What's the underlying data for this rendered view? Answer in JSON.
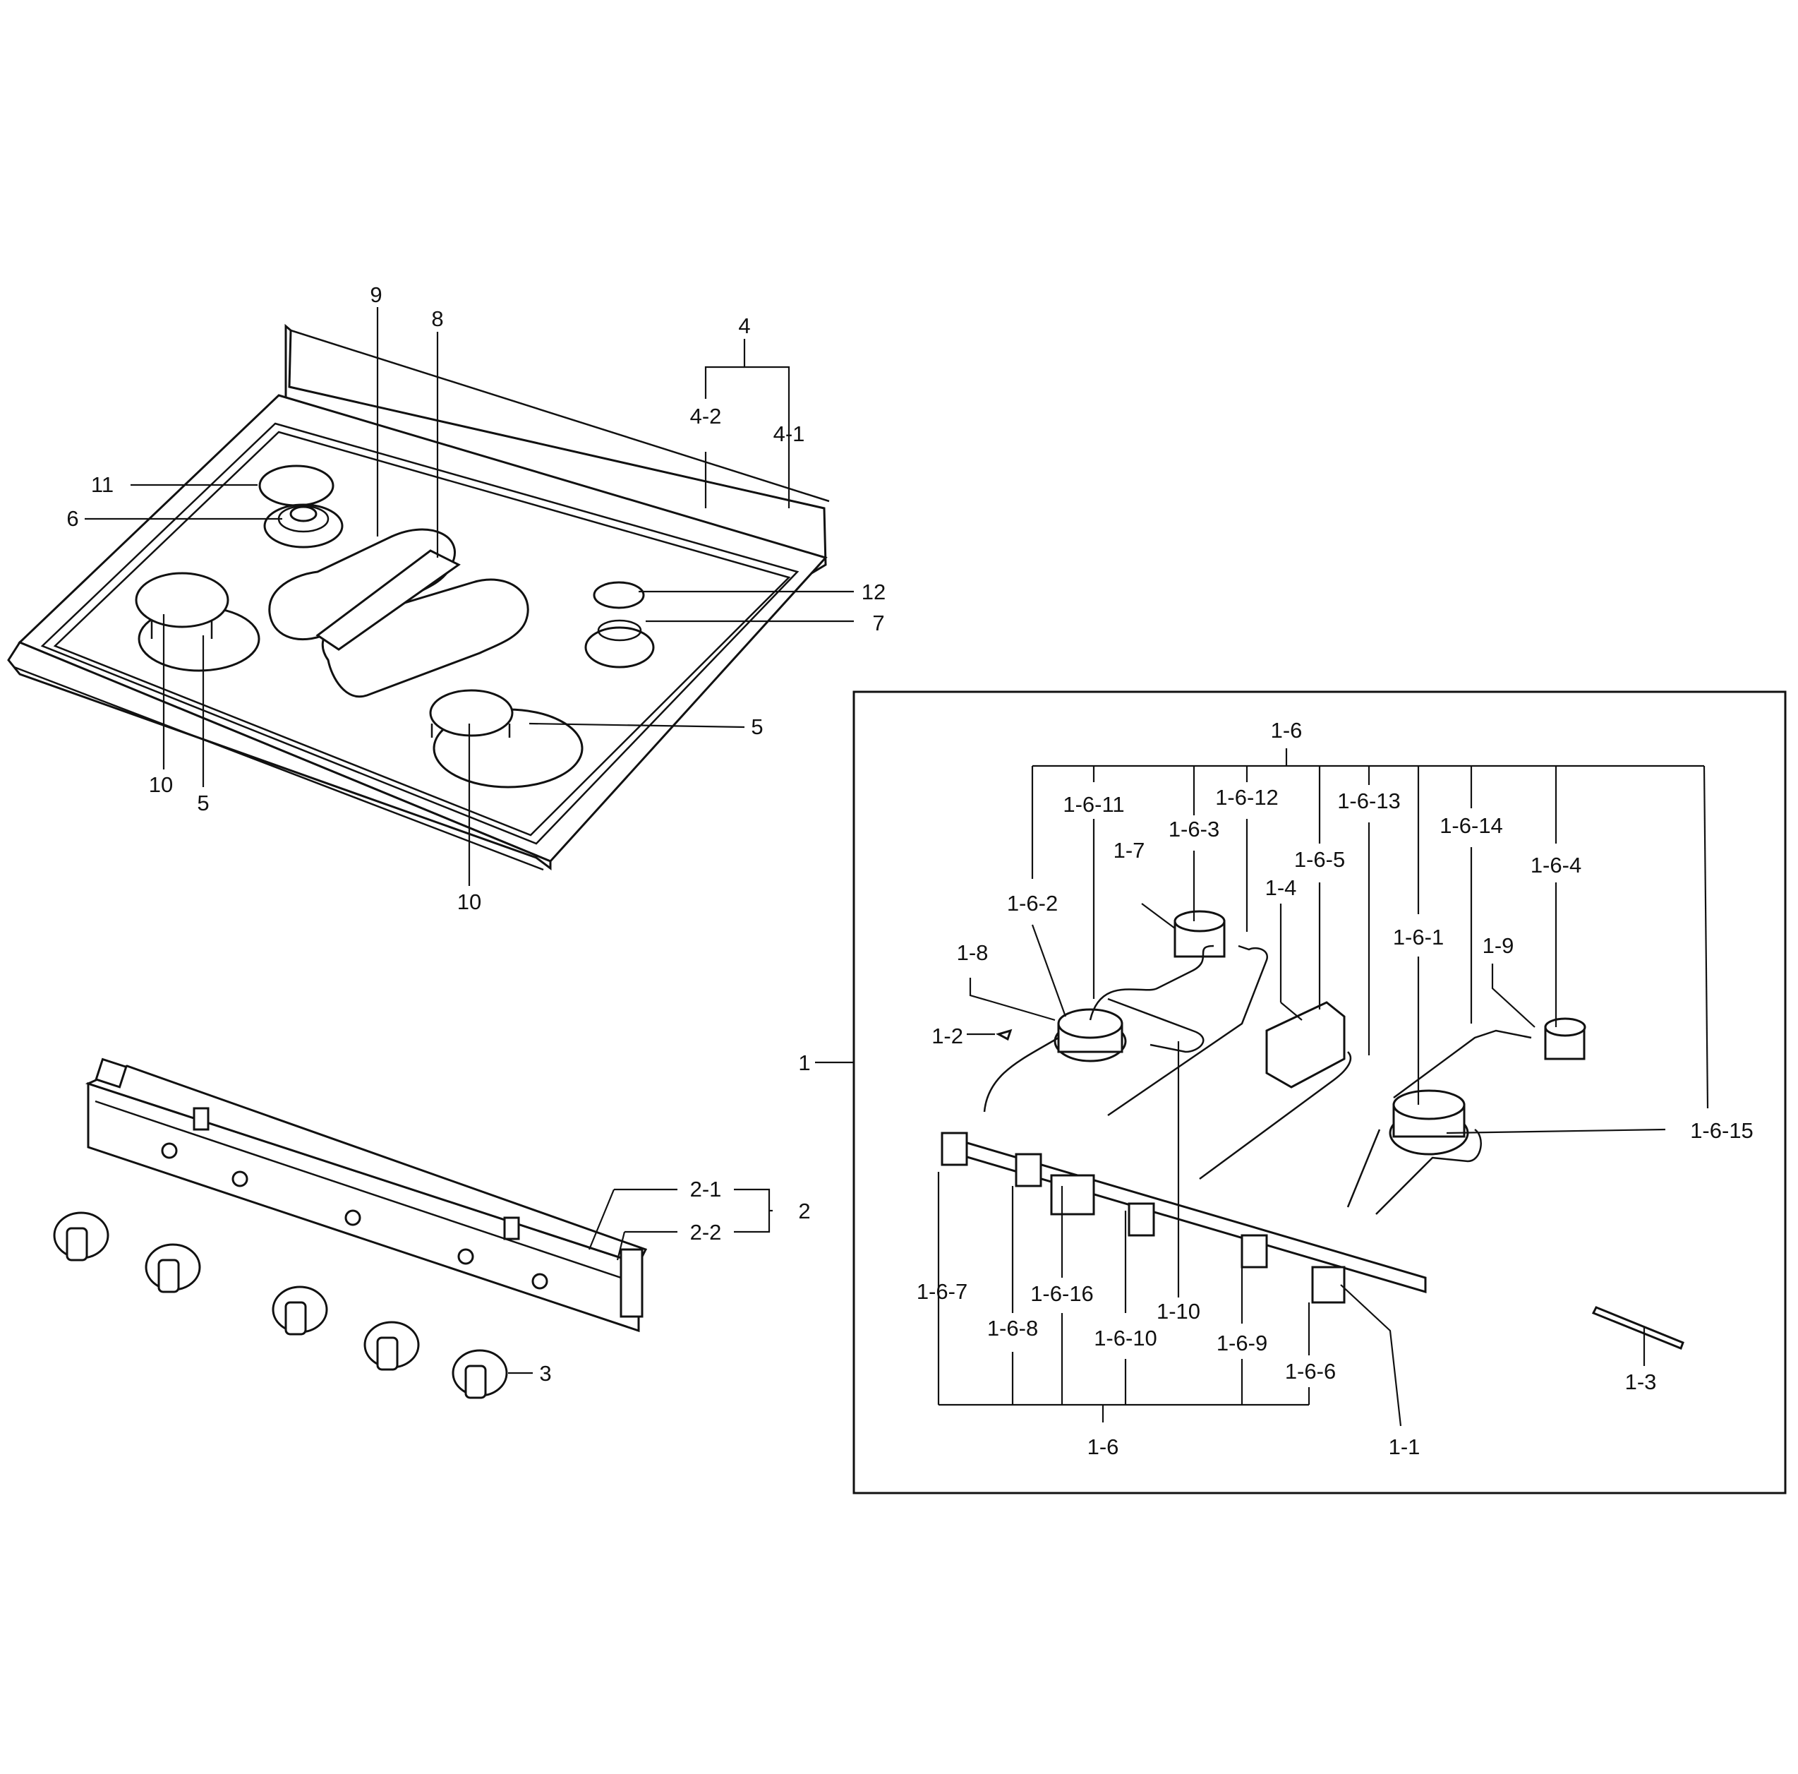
{
  "colors": {
    "line": "#111111",
    "background": "#ffffff"
  },
  "labels": {
    "cooktop": {
      "l9": "9",
      "l8": "8",
      "l4": "4",
      "l4_2": "4-2",
      "l4_1": "4-1",
      "l11": "11",
      "l6": "6",
      "l12": "12",
      "l7": "7",
      "l5_right": "5",
      "l10_left": "10",
      "l5_left": "5",
      "l10_center": "10"
    },
    "control_panel": {
      "l2_1": "2-1",
      "l2": "2",
      "l2_2": "2-2",
      "l3": "3"
    },
    "gas_assembly": {
      "l1": "1",
      "l1_6_top": "1-6",
      "l1_6_11": "1-6-11",
      "l1_6_12": "1-6-12",
      "l1_6_13": "1-6-13",
      "l1_6_3": "1-6-3",
      "l1_6_14": "1-6-14",
      "l1_7": "1-7",
      "l1_6_2": "1-6-2",
      "l1_6_5": "1-6-5",
      "l1_4": "1-4",
      "l1_6_1": "1-6-1",
      "l1_6_4": "1-6-4",
      "l1_8": "1-8",
      "l1_9": "1-9",
      "l1_2": "1-2",
      "l1_6_15": "1-6-15",
      "l1_6_7": "1-6-7",
      "l1_6_16": "1-6-16",
      "l1_10": "1-10",
      "l1_6_8": "1-6-8",
      "l1_6_10": "1-6-10",
      "l1_6_9": "1-6-9",
      "l1_6_6": "1-6-6",
      "l1_3": "1-3",
      "l1_6_bottom": "1-6",
      "l1_1": "1-1"
    }
  }
}
